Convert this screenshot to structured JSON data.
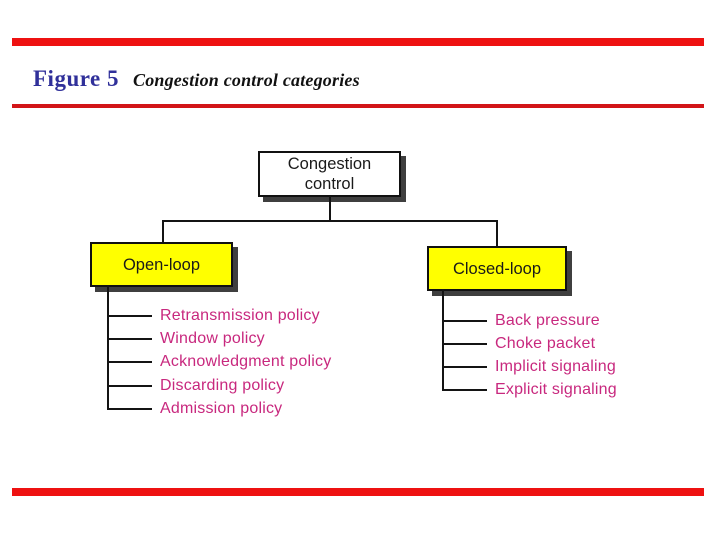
{
  "header": {
    "figure_label": "Figure 5",
    "figure_title": "Congestion control categories"
  },
  "diagram": {
    "root": {
      "label": "Congestion control"
    },
    "branches": [
      {
        "label": "Open-loop",
        "items": [
          "Retransmission policy",
          "Window policy",
          "Acknowledgment policy",
          "Discarding policy",
          "Admission policy"
        ]
      },
      {
        "label": "Closed-loop",
        "items": [
          "Back pressure",
          "Choke packet",
          "Implicit signaling",
          "Explicit signaling"
        ]
      }
    ]
  },
  "colors": {
    "rule_red": "#ee1111",
    "divider_red": "#d21518",
    "figure_label_blue": "#30309a",
    "branch_item_magenta": "#c8287e",
    "node_yellow": "#ffff00",
    "node_white": "#ffffff",
    "shadow_gray": "#3f3f3f",
    "line_black": "#141414"
  }
}
